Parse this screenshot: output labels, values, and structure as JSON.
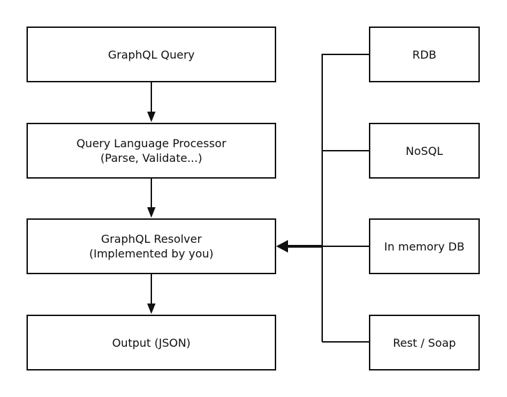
{
  "pipeline": {
    "query": {
      "line1": "GraphQL Query"
    },
    "processor": {
      "line1": "Query Language Processor",
      "line2": "(Parse, Validate...)"
    },
    "resolver": {
      "line1": "GraphQL Resolver",
      "line2": "(Implemented by you)"
    },
    "output": {
      "line1": "Output (JSON)"
    }
  },
  "sources": {
    "rdb": "RDB",
    "nosql": "NoSQL",
    "in_memory": "In memory DB",
    "rest_soap": "Rest / Soap"
  }
}
